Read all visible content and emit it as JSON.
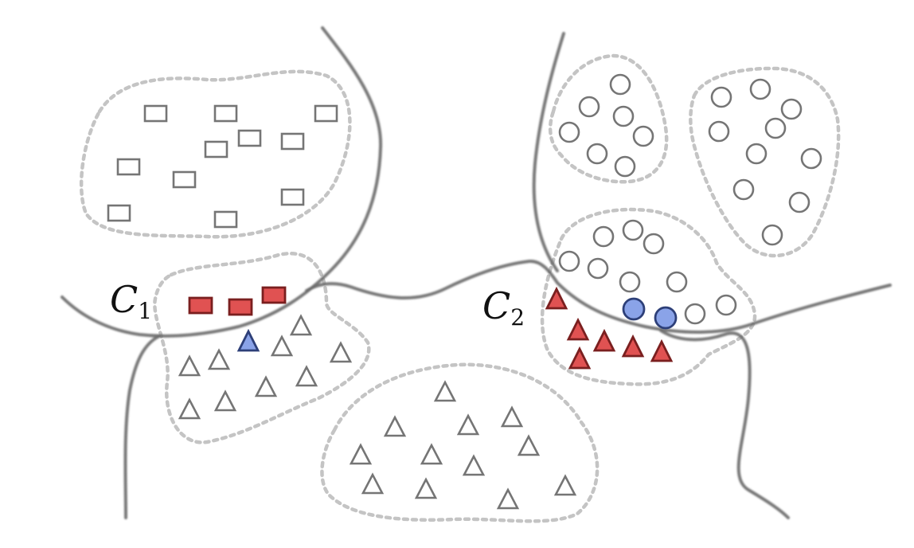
{
  "labels": {
    "cluster1": {
      "main": "C",
      "sub": "1"
    },
    "cluster2": {
      "main": "C",
      "sub": "2"
    }
  },
  "colors": {
    "misclassified": "#e05252",
    "minority": "#8aa3e8",
    "neutral": "#757575"
  }
}
